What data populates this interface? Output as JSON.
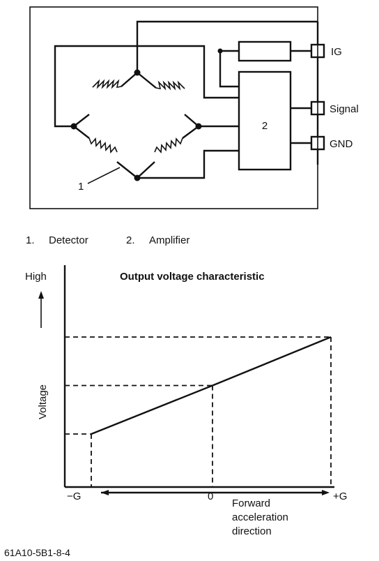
{
  "circuit": {
    "terminals": [
      "IG",
      "Signal",
      "GND"
    ],
    "amplifier_number": "2",
    "detector_number": "1"
  },
  "legend": {
    "item1_num": "1.",
    "item1_label": "Detector",
    "item2_num": "2.",
    "item2_label": "Amplifier"
  },
  "graph": {
    "title": "Output voltage characteristic",
    "y_high": "High",
    "y_label": "Voltage",
    "x_neg": "−G",
    "x_zero": "0",
    "x_pos": "+G",
    "x_direction_line1": "Forward",
    "x_direction_line2": "acceleration",
    "x_direction_line3": "direction"
  },
  "figure_code": "61A10-5B1-8-4",
  "chart_data": {
    "type": "line",
    "x": [
      -1,
      0,
      1
    ],
    "y": [
      0.25,
      0.5,
      0.75
    ],
    "x_tick_labels": [
      "−G",
      "0",
      "+G"
    ],
    "title": "Output voltage characteristic",
    "xlabel": "Forward acceleration direction",
    "ylabel": "Voltage",
    "xlim": [
      -1.2,
      1.0
    ],
    "ylim": [
      0,
      1
    ],
    "grid": false
  }
}
